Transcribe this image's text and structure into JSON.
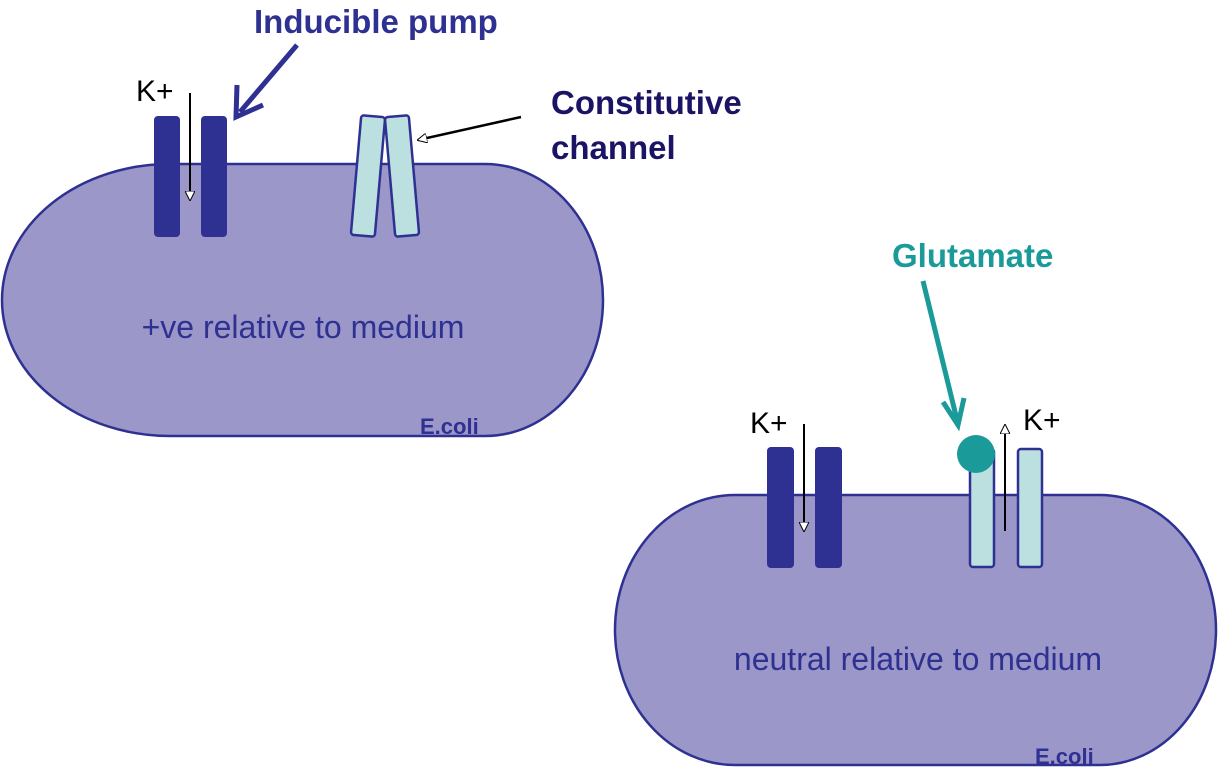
{
  "colors": {
    "cell_fill": "#9b97c8",
    "cell_stroke": "#2e3192",
    "pump": "#2e3192",
    "channel_fill": "#bcdfe0",
    "glutamate": "#1a9a98",
    "label_blue": "#2e3192",
    "label_dark": "#1b1464"
  },
  "labels": {
    "inducible_pump": "Inducible pump",
    "constitutive_channel_line1": "Constitutive",
    "constitutive_channel_line2": "channel",
    "glutamate": "Glutamate"
  },
  "cell_top": {
    "ion_label": "K+",
    "state_text": "+ve relative to medium",
    "organism": "E.coli"
  },
  "cell_bottom": {
    "pump_ion_label": "K+",
    "channel_ion_label": "K+",
    "state_text": "neutral relative to medium",
    "organism": "E.coli"
  }
}
